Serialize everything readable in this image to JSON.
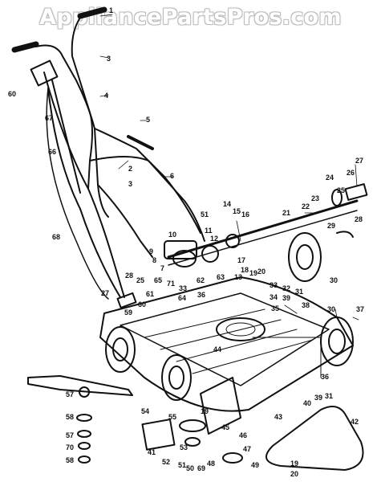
{
  "watermark": "AppliancePartsPros.com",
  "callouts": [
    "1",
    "3",
    "4",
    "5",
    "2",
    "3",
    "6",
    "60",
    "67",
    "66",
    "68",
    "14",
    "15",
    "16",
    "51",
    "11",
    "12",
    "10",
    "9",
    "8",
    "7",
    "21",
    "22",
    "23",
    "24",
    "25",
    "26",
    "27",
    "28",
    "29",
    "30",
    "17",
    "18",
    "19",
    "20",
    "13",
    "63",
    "62",
    "65",
    "71",
    "25",
    "28",
    "27",
    "33",
    "33",
    "32",
    "31",
    "39",
    "34",
    "35",
    "36",
    "38",
    "59",
    "60",
    "61",
    "64",
    "37",
    "30",
    "44",
    "43",
    "36",
    "57",
    "58",
    "57",
    "70",
    "58",
    "54",
    "55",
    "52",
    "41",
    "53",
    "50",
    "69",
    "51",
    "46",
    "45",
    "19",
    "47",
    "48",
    "49",
    "40",
    "39",
    "31",
    "42",
    "19",
    "20"
  ]
}
